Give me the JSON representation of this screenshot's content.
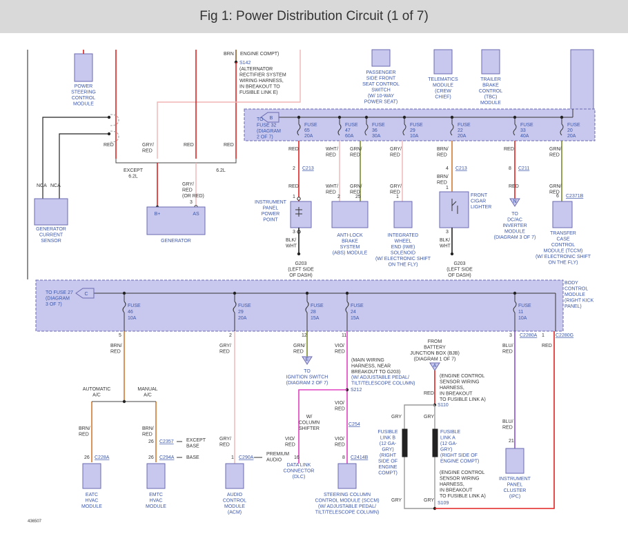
{
  "title": "Fig 1: Power Distribution Circuit (1 of 7)",
  "figure_id": "436507",
  "colors": {
    "red": "#e02020",
    "pink": "#f0b3b3",
    "green": "#7a8a2e",
    "orange": "#d07a30",
    "violet": "#8a4fd0",
    "magenta": "#e040c0",
    "module_fill": "#c8c8ee",
    "module_border": "#6a6ab0",
    "label_blue": "#3a55a8"
  },
  "top": {
    "brn": "BRN",
    "engine_compt": "ENGINE COMPT)",
    "s142": "S142",
    "s142_desc": [
      "(ALTERNATOR",
      "RECTIFIER SYSTEM",
      "WIRING HARNESS,",
      "IN BREAKOUT TO",
      "FUSIBLE LINK E)"
    ],
    "psc_module": [
      "POWER",
      "STEERING",
      "CONTROL",
      "MODULE"
    ],
    "seat_switch": [
      "PASSENGER",
      "SIDE FRONT",
      "SEAT CONTROL",
      "SWITCH",
      "(W/ 10-WAY",
      "POWER SEAT)"
    ],
    "telematics": [
      "TELEMATICS",
      "MODULE",
      "(CREW",
      "CHIEF)"
    ],
    "trailer": [
      "TRAILER",
      "BRAKE",
      "CONTROL",
      "(TBC)",
      "MODULE"
    ],
    "red": "RED",
    "gry_red": [
      "GRY/",
      "RED"
    ],
    "except_62l": [
      "EXCEPT",
      "6.2L"
    ],
    "v62l": "6.2L",
    "gry_red_or": [
      "GRY/",
      "RED",
      "(OR RED)"
    ],
    "b_plus": "B+",
    "as": "AS",
    "three": "3",
    "generator": "GENERATOR",
    "nca": "NCA",
    "gcs": [
      "GENERATOR",
      "CURRENT",
      "SENSOR"
    ]
  },
  "upper_fuse_box": {
    "ref_letter": "B",
    "to_fuse": [
      "TO",
      "FUSE 32",
      "(DIAGRAM",
      "2 OF 7)"
    ],
    "fuses": [
      {
        "label": "FUSE",
        "num": "65",
        "amp": "20A",
        "wire": [
          "RED"
        ],
        "conn_pin": "2",
        "conn": "C213"
      },
      {
        "label": "FUSE",
        "num": "47",
        "amp": "60A",
        "wire": [
          "WHT/",
          "RED"
        ]
      },
      {
        "label": "FUSE",
        "num": "36",
        "amp": "30A",
        "wire": [
          "GRN/",
          "RED"
        ]
      },
      {
        "label": "FUSE",
        "num": "29",
        "amp": "10A",
        "wire": [
          "GRY/",
          "RED"
        ]
      },
      {
        "label": "FUSE",
        "num": "22",
        "amp": "20A",
        "wire": [
          "BRN/",
          "RED"
        ],
        "conn_pin": "4",
        "conn": "C213"
      },
      {
        "label": "FUSE",
        "num": "33",
        "amp": "40A",
        "wire": [
          "RED"
        ],
        "conn_pin": "8",
        "conn": "C211"
      },
      {
        "label": "FUSE",
        "num": "20",
        "amp": "20A",
        "wire": [
          "GRN/",
          "RED"
        ]
      }
    ],
    "loads": {
      "ipp": [
        "INSTRUMENT",
        "PANEL",
        "POWER",
        "POINT"
      ],
      "abs": [
        "ANTI-LOCK",
        "BRAKE",
        "SYSTEM",
        "(ABS) MODULE"
      ],
      "iwe": [
        "INTEGRATED",
        "WHEEL",
        "END (IWE)",
        "SOLENOID",
        "(W/ ELECTRONIC SHIFT",
        "ON THE FLY)"
      ],
      "cigar": [
        "FRONT",
        "CIGAR",
        "LIGHTER"
      ],
      "inverter": [
        "TO",
        "DC/AC",
        "INVERTER",
        "MODULE",
        "(DIAGRAM 3 OF 7)"
      ],
      "tccm": [
        "TRANSFER",
        "CASE",
        "CONTROL",
        "MODULE (TCCM)",
        "(W/ ELECTRONIC SHIFT",
        "ON THE FLY)"
      ],
      "ref_n": "N",
      "c2371b": "C2371B",
      "pin_6": "6",
      "wht_red": [
        "WHT/",
        "RED"
      ],
      "grn_red": [
        "GRN/",
        "RED"
      ],
      "gry_red": [
        "GRY/",
        "RED"
      ],
      "brn_red": [
        "BRN/",
        "RED"
      ],
      "red": "RED",
      "blk_wht": [
        "BLK/",
        "WHT"
      ],
      "g203": [
        "G203",
        "(LEFT SIDE",
        "OF DASH)"
      ],
      "pins": {
        "p1": "1",
        "p3": "3",
        "p2": "2",
        "p25": "25",
        "p4": "4"
      }
    }
  },
  "bcm_box": {
    "ref_letter": "C",
    "to_fuse": [
      "TO FUSE 27",
      "(DIAGRAM",
      "3 OF 7)"
    ],
    "bcm": [
      "BODY",
      "CONTROL",
      "MODULE",
      "(RIGHT KICK",
      "PANEL)"
    ],
    "fuses": [
      {
        "label": "FUSE",
        "num": "46",
        "amp": "10A",
        "pin": "5",
        "wire": [
          "BRN/",
          "RED"
        ]
      },
      {
        "label": "FUSE",
        "num": "29",
        "amp": "20A",
        "pin": "2",
        "wire": [
          "GRY/",
          "RED"
        ]
      },
      {
        "label": "FUSE",
        "num": "28",
        "amp": "15A",
        "pin": "12",
        "wire": [
          "GRN/",
          "RED"
        ]
      },
      {
        "label": "FUSE",
        "num": "24",
        "amp": "15A",
        "pin": "11",
        "wire": [
          "VIO/",
          "RED"
        ]
      },
      {
        "label": "FUSE",
        "num": "11",
        "amp": "10A",
        "pin": "3",
        "conn": "C2280A",
        "wire": [
          "BLU/",
          "RED"
        ]
      }
    ],
    "pin_1": "1",
    "c2280g": "C2280G"
  },
  "lower": {
    "automatic_ac": [
      "AUTOMATIC",
      "A/C"
    ],
    "manual_ac": [
      "MANUAL",
      "A/C"
    ],
    "brn_red": [
      "BRN/",
      "RED"
    ],
    "pin26": "26",
    "c228a": "C228A",
    "c2357": "C2357",
    "except_base": [
      "EXCEPT",
      "BASE"
    ],
    "base": "BASE",
    "c294a": "C294A",
    "eatc": [
      "EATC",
      "HVAC",
      "MODULE"
    ],
    "emtc": [
      "EMTC",
      "HVAC",
      "MODULE"
    ],
    "gry_red": [
      "GRY/",
      "RED"
    ],
    "c290a": "C290A",
    "premium_audio": [
      "PREMIUM",
      "AUDIO"
    ],
    "acm": [
      "AUDIO",
      "CONTROL",
      "MODULE",
      "(ACM)"
    ],
    "ignition_ref": "E",
    "ignition_switch": [
      "TO",
      "IGNITION SWITCH",
      "(DIAGRAM 2 OF 7)"
    ],
    "vio_red": [
      "VIO/",
      "RED"
    ],
    "pin16": "16",
    "dlc": [
      "DATA LINK",
      "CONNECTOR",
      "(DLC)"
    ],
    "main_harness": [
      "(MAIN WIRING",
      "HARNESS, NEAR",
      "BREAKOUT TO G203)"
    ],
    "adjustable_pedal": [
      "(W/ ADJUSTABLE PEDAL/",
      "TILT/TELESCOPE COLUMN)"
    ],
    "s212": "S212",
    "column_shifter": [
      "W/",
      "COLUMN",
      "SHIFTER"
    ],
    "c254": "C254",
    "pin8": "8",
    "c2414b": "C2414B",
    "sccm": [
      "STEERING COLUMN",
      "CONTROL MODULE (SCCM)",
      "(W/ ADJUSTABLE PEDAL/",
      "TILT/TELESCOPE COLUMN)"
    ],
    "from_bjb": [
      "FROM",
      "BATTERY",
      "JUNCTION BOX (BJB)",
      "(DIAGRAM 1 OF 7)"
    ],
    "bjb_ref": "A",
    "engine_sensor_harness_top": [
      "(ENGINE CONTROL",
      "SENSOR WIRING",
      "HARNESS,",
      "IN BREAKOUT",
      "TO FUSIBLE LINK A)"
    ],
    "red": "RED",
    "s110": "S110",
    "gry": "GRY",
    "fusible_b": [
      "FUSIBLE",
      "LINK B",
      "(12 GA-",
      "GRY)",
      "(RIGHT",
      "SIDE OF",
      "ENGINE",
      "COMPT)"
    ],
    "fusible_a": [
      "FUSIBLE",
      "LINK A",
      "(12 GA-",
      "GRY)",
      "(RIGHT SIDE OF",
      "ENGINE COMPT)"
    ],
    "engine_sensor_harness_bottom": [
      "(ENGINE CONTROL",
      "SENSOR WIRING",
      "HARNESS,",
      "IN BREAKOUT",
      "TO FUSIBLE LINK A)"
    ],
    "s109": "S109",
    "blu_red": [
      "BLU/",
      "RED"
    ],
    "pin21": "21",
    "ipc": [
      "INSTRUMENT",
      "PANEL",
      "CLUSTER",
      "(IPC)"
    ]
  }
}
